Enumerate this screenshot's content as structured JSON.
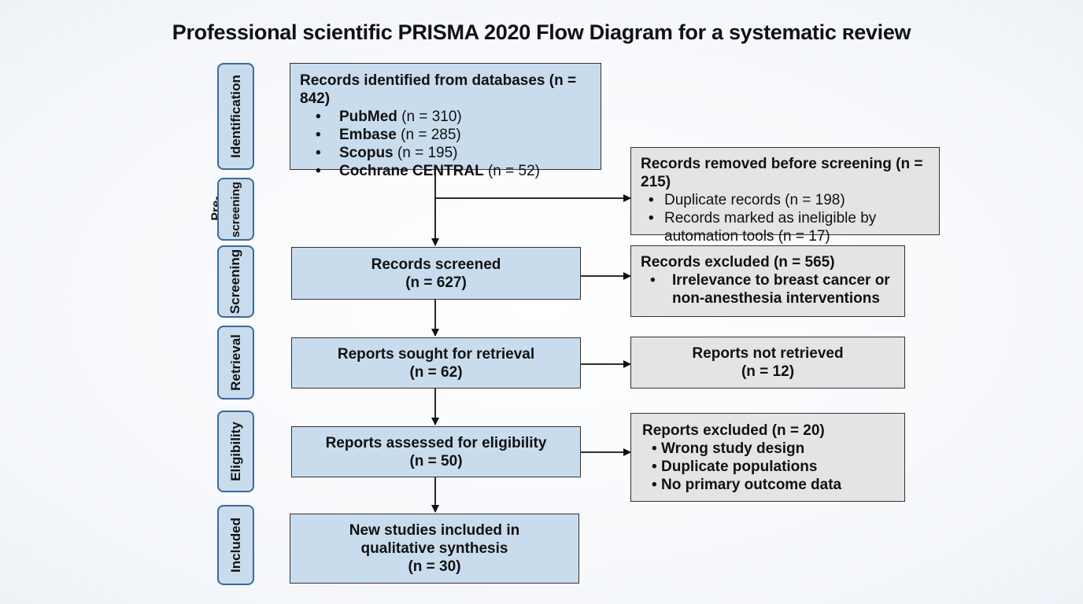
{
  "title": "Professional scientific PRISMA 2020 Flow Diagram for a systematic ʀeview",
  "stages": {
    "identification": "Identification",
    "prescreening_prefix": "Pre-",
    "prescreening": "screening",
    "screening": "Screening",
    "retrieval": "Retrieval",
    "eligibility": "Eligibility",
    "included": "Included"
  },
  "identified": {
    "heading": "Records identified from databases (n = 842)",
    "sources": [
      {
        "name": "PubMed",
        "count": "(n = 310)"
      },
      {
        "name": "Embase",
        "count": "(n = 285)"
      },
      {
        "name": "Scopus",
        "count": "(n = 195)"
      },
      {
        "name": "Cochrane CENTRAL",
        "count": "(n = 52)"
      }
    ]
  },
  "removed": {
    "heading": "Records removed before screening (n = 215)",
    "items": [
      "Duplicate records (n = 198)",
      "Records marked as ineligible by",
      "automation tools (n = 17)"
    ]
  },
  "screened": {
    "line1": "Records screened",
    "line2": "(n = 627)"
  },
  "excluded_records": {
    "heading": "Records excluded (n = 565)",
    "line1": "Irrelevance to breast cancer or",
    "line2": "non-anesthesia interventions"
  },
  "sought": {
    "line1": "Reports sought for retrieval",
    "line2": "(n = 62)"
  },
  "not_retrieved": {
    "line1": "Reports not retrieved",
    "line2": "(n = 12)"
  },
  "assessed": {
    "line1": "Reports assessed for eligibility",
    "line2": "(n = 50)"
  },
  "excluded_reports": {
    "heading": "Reports excluded (n = 20)",
    "items": [
      "Wrong study design",
      "Duplicate populations",
      "No primary outcome data"
    ]
  },
  "included": {
    "line1": "New studies included in",
    "line2": "qualitative synthesis",
    "line3": "(n = 30)"
  },
  "colors": {
    "blue_box": "#c9dcee",
    "grey_box": "#e4e4e4",
    "stage_border": "#3a6a9a",
    "line": "#111111"
  }
}
